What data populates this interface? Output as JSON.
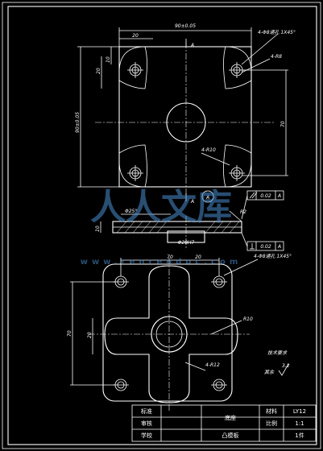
{
  "top_view": {
    "dim_width_top": "90±0.05",
    "dim_hole_offset_x": "20",
    "dim_hole_offset_y": "20",
    "dim_hole_small": "10",
    "dim_height": "90±0.05",
    "dim_inner": "70",
    "section_label": "A",
    "note_holes": "4-Φ8通孔 1X45°",
    "note_r8": "4-R8",
    "note_r10": "4-R10",
    "datum": "A"
  },
  "section_view": {
    "chamfer": "Φ25°",
    "bore": "Φ20H7",
    "thickness": "10",
    "radius": "R2",
    "tol_parallel": "0.02",
    "tol_parallel_ref": "A",
    "tol_perp": "0.02",
    "tol_perp_ref": "A"
  },
  "bottom_view": {
    "dim_width": "70",
    "dim_hole_offset": "20",
    "dim_height": "70",
    "dim_inner": "20",
    "note_holes": "4-Φ8通孔 1X45°",
    "note_r10": "R10",
    "note_r12": "4-R12"
  },
  "notes": {
    "tech_title": "技术要求",
    "roughness_label": "其余",
    "roughness_value": "3.2"
  },
  "watermark": {
    "text": "人人文库",
    "url": "www.renrendoc.com"
  },
  "title_block": {
    "row1_label": "标准",
    "row2_label": "审核",
    "row3_label": "学校",
    "part_name": "底座",
    "part_name2": "凸模板",
    "material_label": "材料",
    "material_value": "LY12",
    "scale_label": "比例",
    "scale_value": "1:1",
    "qty_value": "1件"
  }
}
